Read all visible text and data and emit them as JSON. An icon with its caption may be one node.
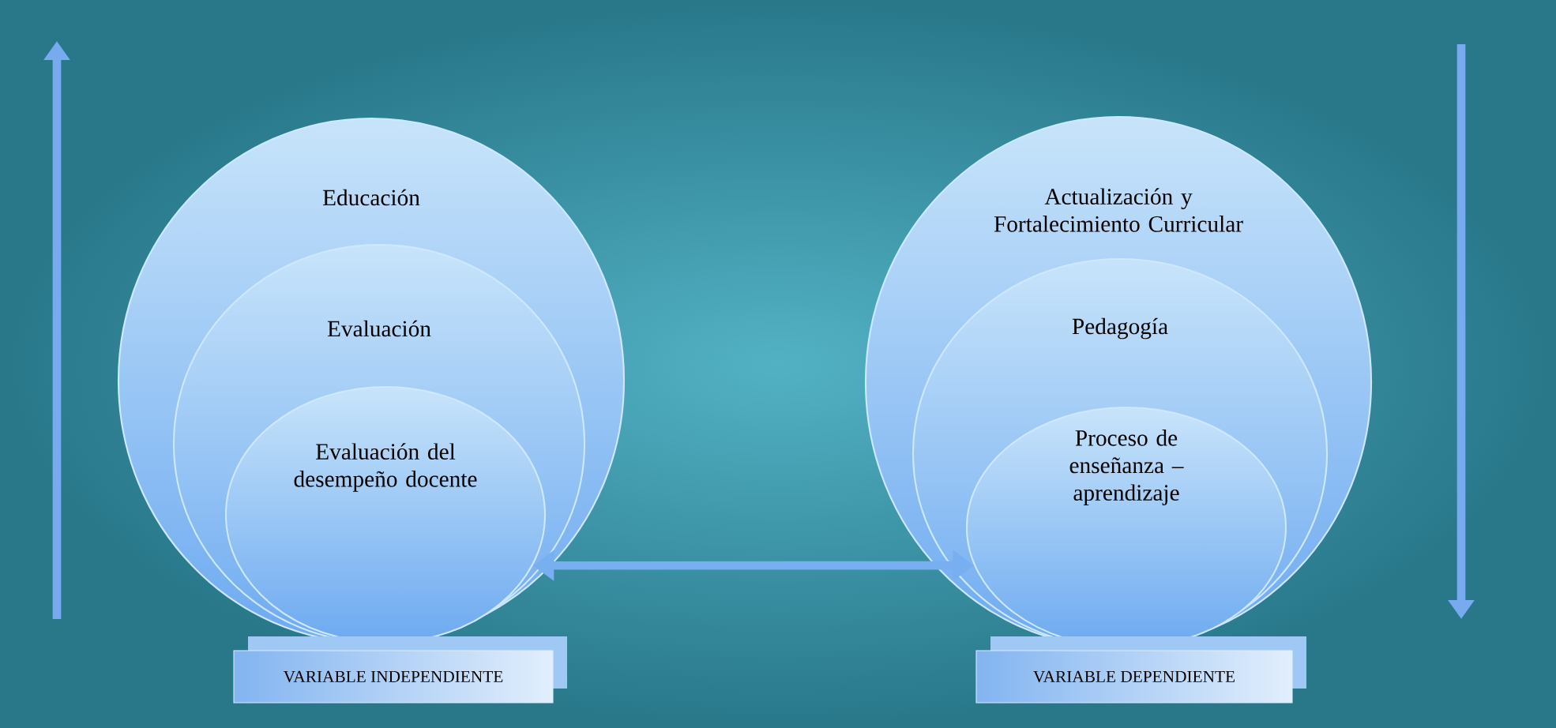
{
  "diagram": {
    "nodes": [
      {
        "text": [
          "Educación"
        ]
      },
      {
        "text": [
          "Evaluación"
        ],
        "in": 0
      },
      {
        "text": [
          "Evaluación del desempeño docente"
        ],
        "in": 1
      },
      {
        "text": [
          "Actualización y Fortalecimiento Curricular"
        ]
      },
      {
        "text": [
          "Pedagogía"
        ],
        "in": 3
      },
      {
        "text": [
          "Proceso de enseñanza – aprendizaje"
        ],
        "in": 4
      },
      {
        "text": [
          "VARIABLE INDEPENDIENTE"
        ]
      },
      {
        "text": [
          "VARIABLE DEPENDIENTE"
        ]
      }
    ],
    "edges": [
      {
        "from": 2,
        "to": 5,
        "arrow": "both"
      }
    ]
  }
}
